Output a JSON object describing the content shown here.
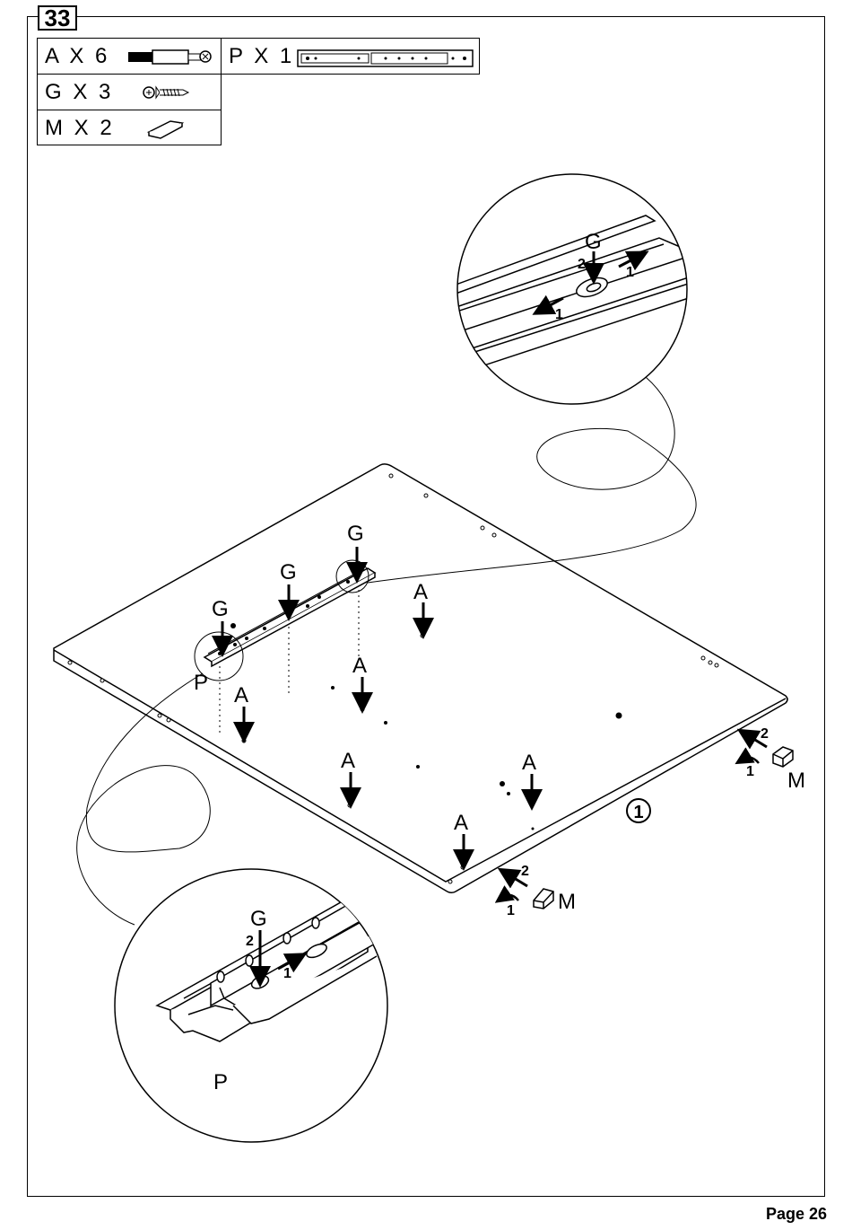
{
  "step": "33",
  "page": "Page 26",
  "parts": [
    {
      "label": "A X 6",
      "icon": "cam-bolt-icon"
    },
    {
      "label": "G X 3",
      "icon": "screw-icon"
    },
    {
      "label": "M X 2",
      "icon": "cap-icon"
    },
    {
      "label": "P X 1",
      "icon": "drawer-rail-icon"
    }
  ],
  "callouts": {
    "g": "G",
    "a": "A",
    "p": "P",
    "m": "M",
    "one": "1",
    "two": "2",
    "panel": "1"
  }
}
